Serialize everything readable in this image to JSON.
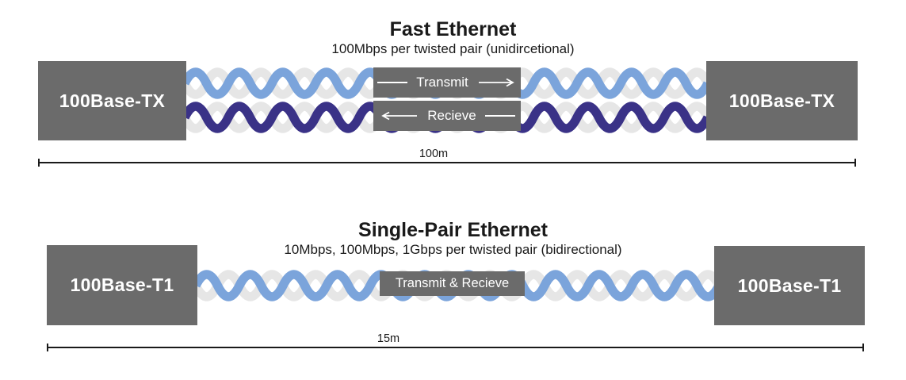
{
  "colors": {
    "wire_blue": "#7BA4DB",
    "wire_indigo": "#3A3287",
    "wire_gray": "#E6E6E6",
    "device_box": "#6B6B6B",
    "label_box": "#6B6B6B",
    "text_light": "#FFFFFF",
    "text_dark": "#1A1A1A",
    "measure_line": "#1A1A1A"
  },
  "diagrams": [
    {
      "title": "Fast Ethernet",
      "subtitle": "100Mbps per twisted pair (unidircetional)",
      "left_device": "100Base-TX",
      "right_device": "100Base-TX",
      "transmit_label": "Transmit",
      "receive_label": "Recieve",
      "distance": "100m"
    },
    {
      "title": "Single-Pair Ethernet",
      "subtitle": "10Mbps, 100Mbps, 1Gbps per twisted pair (bidirectional)",
      "left_device": "100Base-T1",
      "right_device": "100Base-T1",
      "combined_label": "Transmit & Recieve",
      "distance": "15m"
    }
  ]
}
